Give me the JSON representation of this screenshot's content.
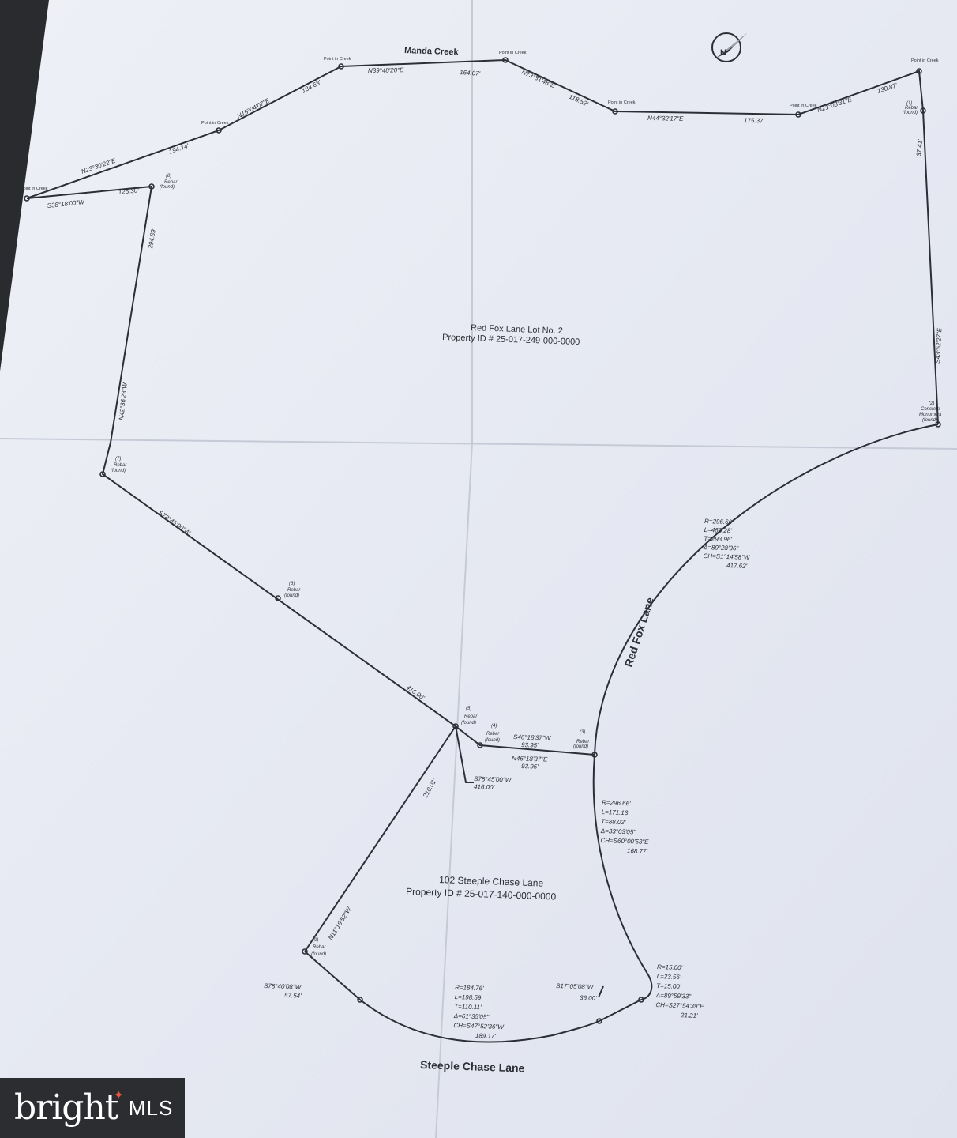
{
  "plat": {
    "creek_name": "Manda Creek",
    "lot_title": "Red Fox Lane Lot No. 2",
    "lot_property_id": "Property ID # 25-017-249-000-0000",
    "parcel_title": "102 Steeple Chase Lane",
    "parcel_property_id": "Property ID # 25-017-140-000-0000",
    "road_red_fox": "Red Fox Lane",
    "road_steeple_chase": "Steeple Chase Lane",
    "creek_points": [
      "Point in Creek",
      "Point in Creek",
      "Point in Creek",
      "Point in Creek",
      "Point in Creek",
      "Point in Creek",
      "Point in Creek"
    ],
    "markers": {
      "m1": [
        "(1)",
        "Rebar",
        "(found)"
      ],
      "m2": [
        "(2)",
        "Concrete",
        "Monument",
        "(found)"
      ],
      "m3": [
        "(3)",
        "Rebar",
        "(found)"
      ],
      "m4": [
        "(4)",
        "Rebar",
        "(found)"
      ],
      "m5": [
        "(5)",
        "Rebar",
        "(found)"
      ],
      "m6": [
        "(6)",
        "Rebar",
        "(found)"
      ],
      "m7": [
        "(7)",
        "Rebar",
        "(found)"
      ],
      "m8": [
        "(8)",
        "Rebar",
        "(found)"
      ],
      "m9": [
        "(9)",
        "Rebar",
        "(found)"
      ]
    },
    "bearings": {
      "b1": "S38°18'00\"W",
      "b2": "125.30'",
      "b3": "N23°30'22\"E",
      "b4": "194.14'",
      "b5": "N15°04'07\"E",
      "b6": "134.63'",
      "b7": "N39°48'20\"E",
      "b8": "164.07'",
      "b9": "N73°31'48\"E",
      "b10": "118.52'",
      "b11": "N44°32'17\"E",
      "b12": "175.37'",
      "b13": "N21°03'31\"E",
      "b14": "130.87'",
      "b15": "37.41'",
      "b16": "S43°52'27\"E",
      "b17": "294.89'",
      "b18": "N42°36'23\"W",
      "b19": "S78°45'00\"W",
      "b20": "416.00'",
      "b21": "S46°18'37\"W",
      "b22": "93.95'",
      "b23": "N46°18'37\"E",
      "b24": "93.95'",
      "b25": "S78°45'00\"W",
      "b26": "416.00'",
      "b27": "210.01'",
      "b28": "N11°19'52\"W",
      "b29": "S78°40'08\"W",
      "b30": "57.54'",
      "b31": "S17°05'08\"W",
      "b32": "36.00'"
    },
    "curve1": [
      "R=296.66'",
      "L=463.28'",
      "T=293.96'",
      "Δ=89°28'36\"",
      "CH=S1°14'58\"W",
      "417.62'"
    ],
    "curve2": [
      "R=296.66'",
      "L=171.13'",
      "T=88.02'",
      "Δ=33°03'05\"",
      "CH=S60°00'53\"E",
      "168.77'"
    ],
    "curve3": [
      "R=184.76'",
      "L=198.59'",
      "T=110.11'",
      "Δ=61°35'05\"",
      "CH=S47°52'36\"W",
      "189.17'"
    ],
    "curve4": [
      "R=15.00'",
      "L=23.56'",
      "T=15.00'",
      "Δ=89°59'33\"",
      "CH=S27°54'39\"E",
      "21.21'"
    ]
  },
  "watermark": {
    "word": "bright",
    "suffix": "MLS",
    "star_color": "#e4553a"
  }
}
